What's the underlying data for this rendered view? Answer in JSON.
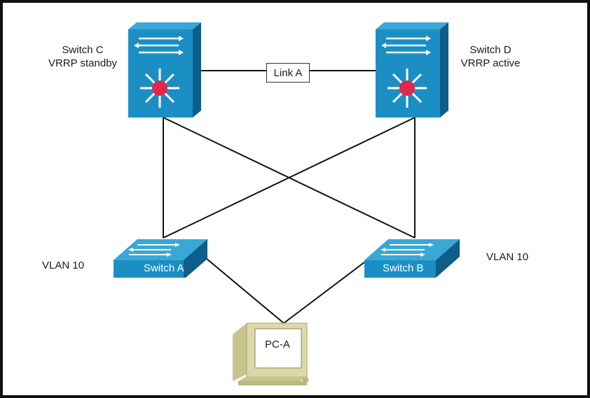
{
  "switch_c": {
    "name": "Switch C",
    "role": "VRRP standby"
  },
  "switch_d": {
    "name": "Switch D",
    "role": "VRRP active"
  },
  "link_a": "Link A",
  "switch_a": {
    "name": "Switch A",
    "vlan": "VLAN 10"
  },
  "switch_b": {
    "name": "Switch B",
    "vlan": "VLAN 10"
  },
  "pc": "PC-A",
  "colors": {
    "switch_blue": "#1b8fc4",
    "switch_dark": "#0d5e8a",
    "router_dot": "#e0284a",
    "pc_body": "#dcd8a8",
    "line": "#111111"
  }
}
